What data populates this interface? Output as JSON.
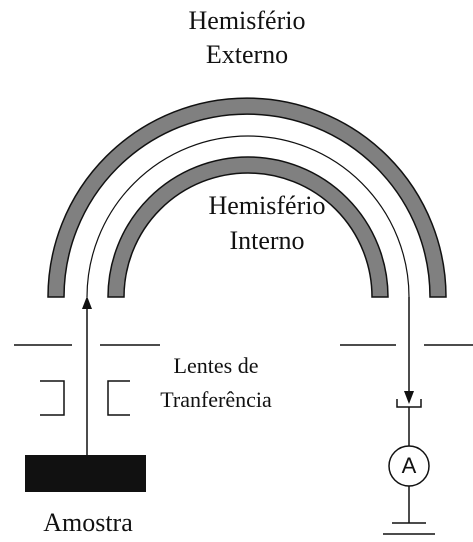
{
  "labels": {
    "outer_hemisphere_line1": "Hemisfério",
    "outer_hemisphere_line2": "Externo",
    "inner_hemisphere_line1": "Hemisfério",
    "inner_hemisphere_line2": "Interno",
    "lens_line1": "Lentes de",
    "lens_line2": "Tranferência",
    "sample": "Amostra",
    "ammeter": "A"
  },
  "colors": {
    "hemisphere_fill": "#808080",
    "sample_fill": "#111111",
    "line": "#111111"
  }
}
